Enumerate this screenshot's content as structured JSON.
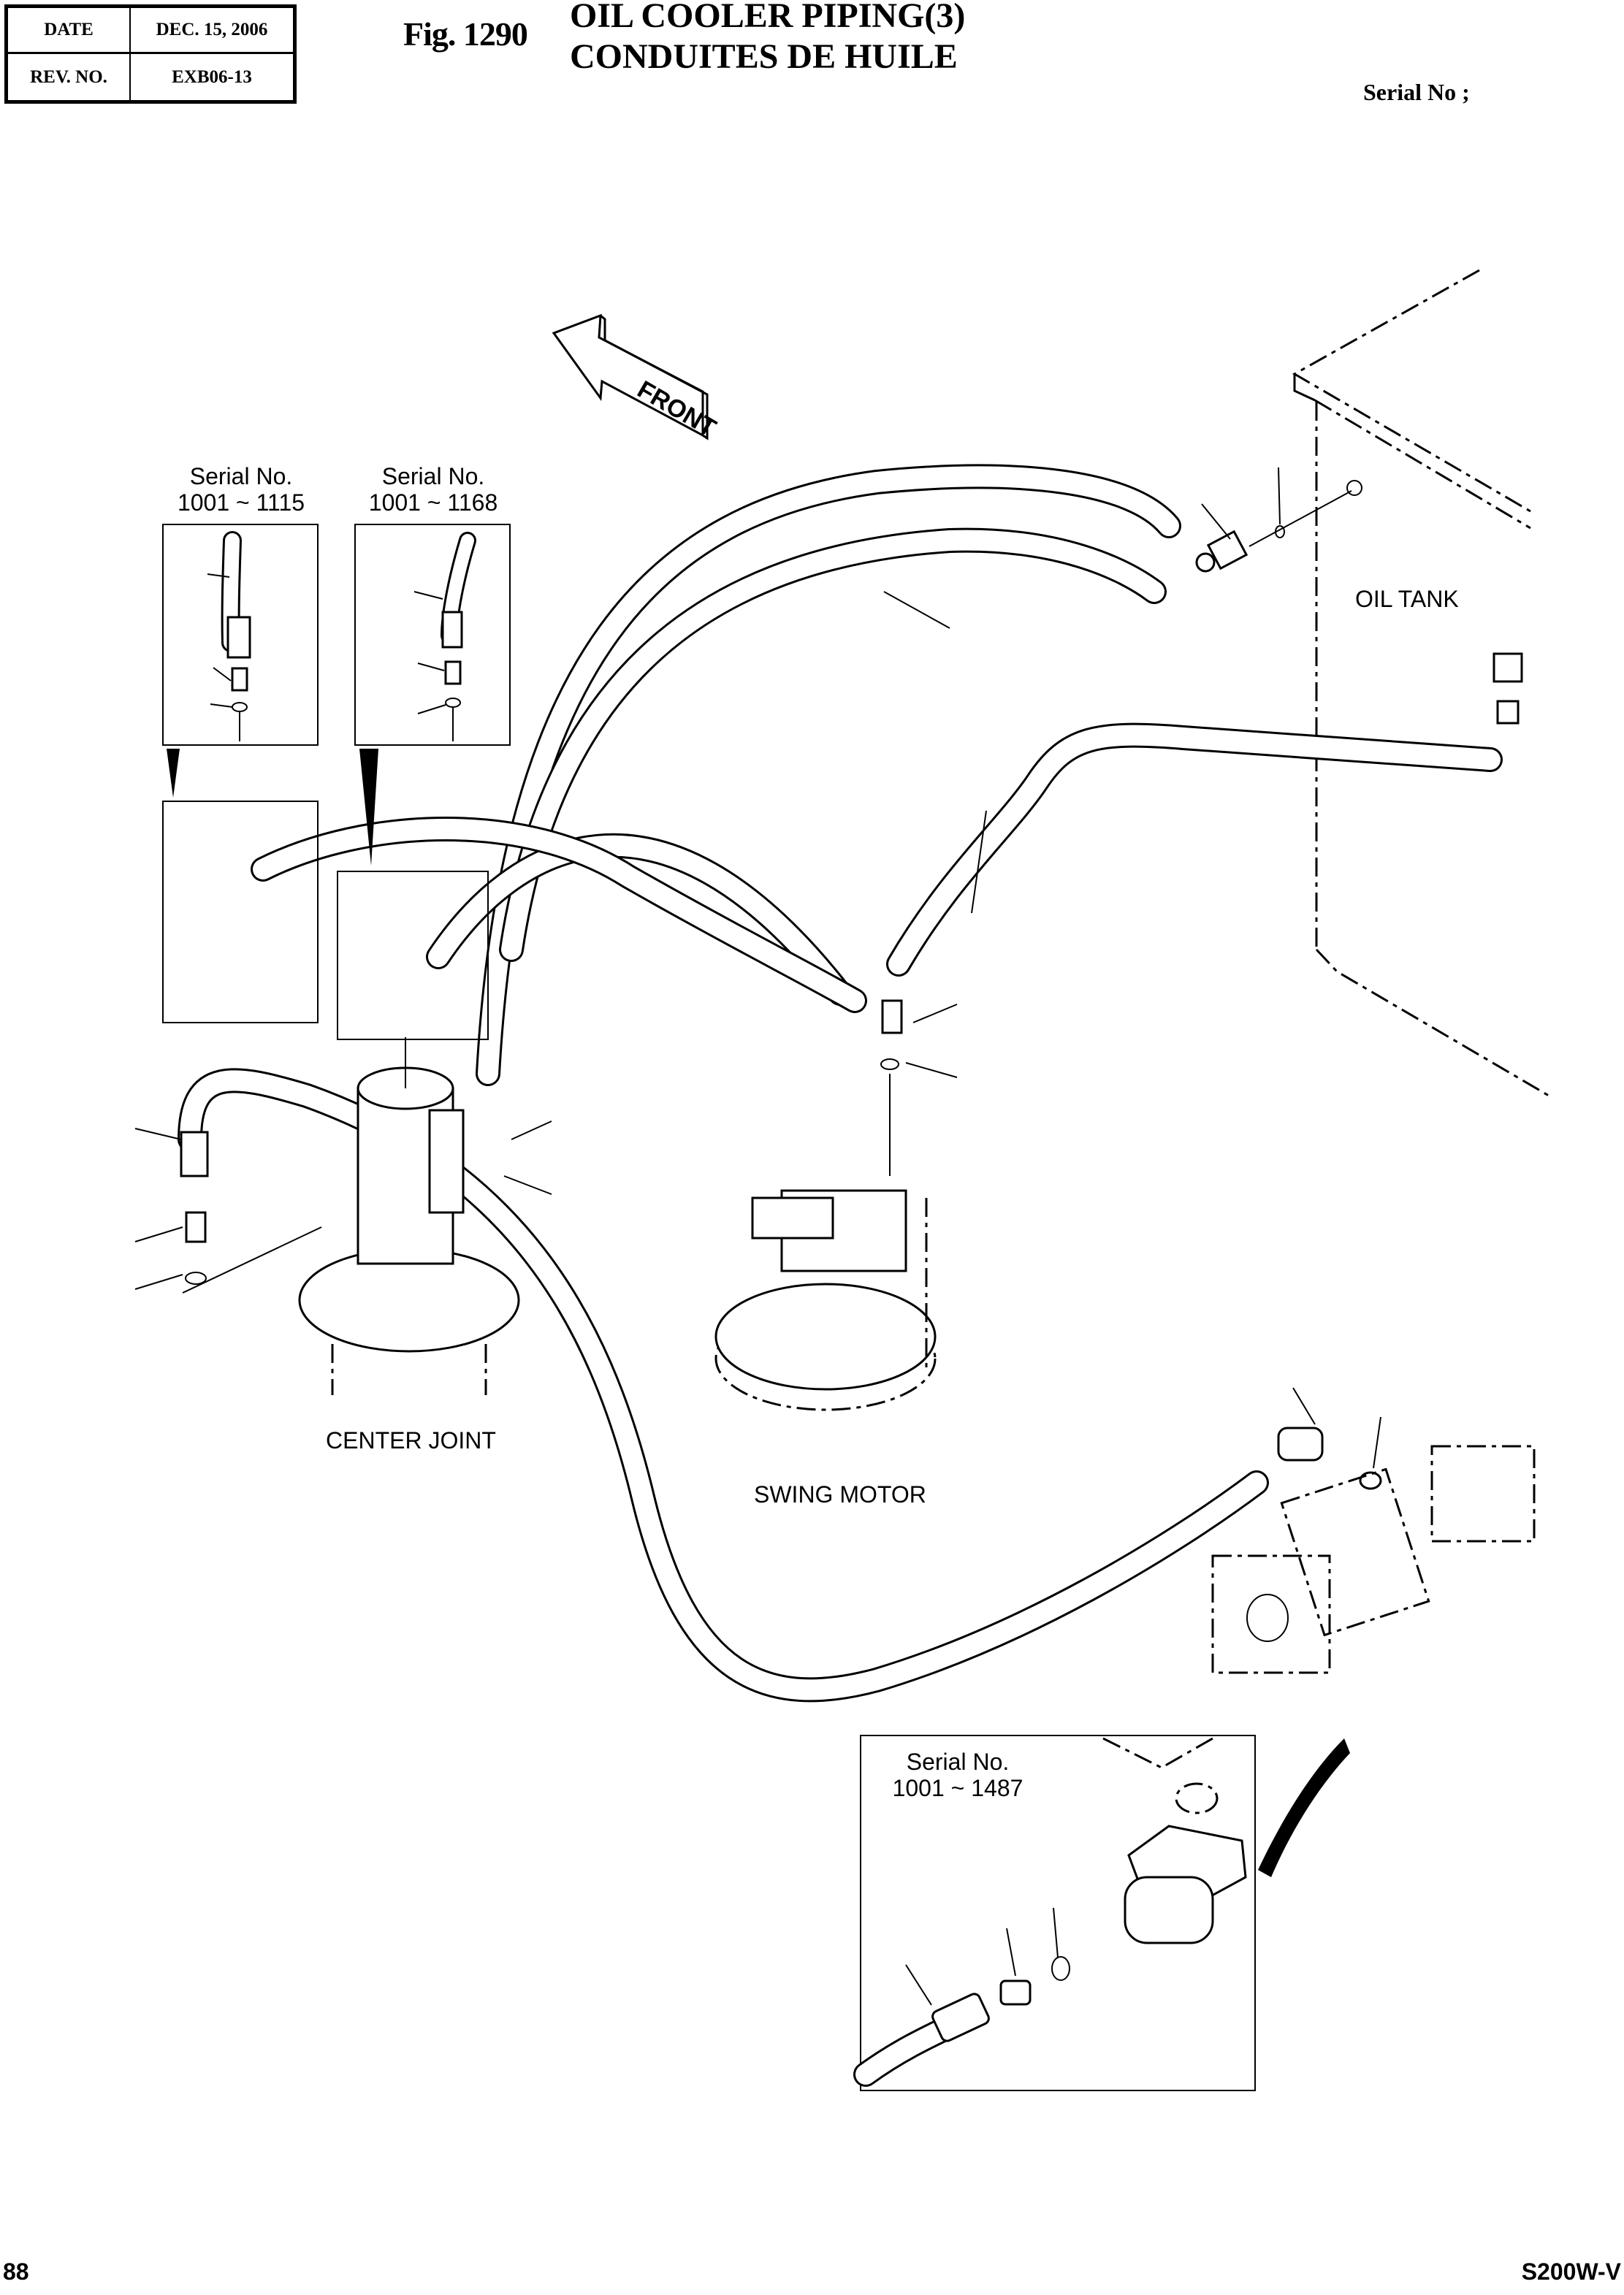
{
  "header": {
    "date_label": "DATE",
    "date_value": "DEC. 15, 2006",
    "rev_label": "REV. NO.",
    "rev_value": "EXB06-13",
    "figure_number": "Fig. 1290",
    "title_en": "OIL COOLER PIPING(3)",
    "title_fr": "CONDUITES DE HUILE",
    "serial_label": "Serial No ;"
  },
  "diagram": {
    "front_arrow": "FRONT",
    "labels": {
      "oil_tank": "OIL TANK",
      "center_joint": "CENTER JOINT",
      "swing_motor": "SWING MOTOR"
    },
    "insets": [
      {
        "title": "Serial No.",
        "range": "1001 ~ 1115"
      },
      {
        "title": "Serial No.",
        "range": "1001 ~ 1168"
      },
      {
        "title": "Serial No.",
        "range": "1001 ~ 1487"
      }
    ]
  },
  "footer": {
    "page_number": "88",
    "model": "S200W-V"
  }
}
